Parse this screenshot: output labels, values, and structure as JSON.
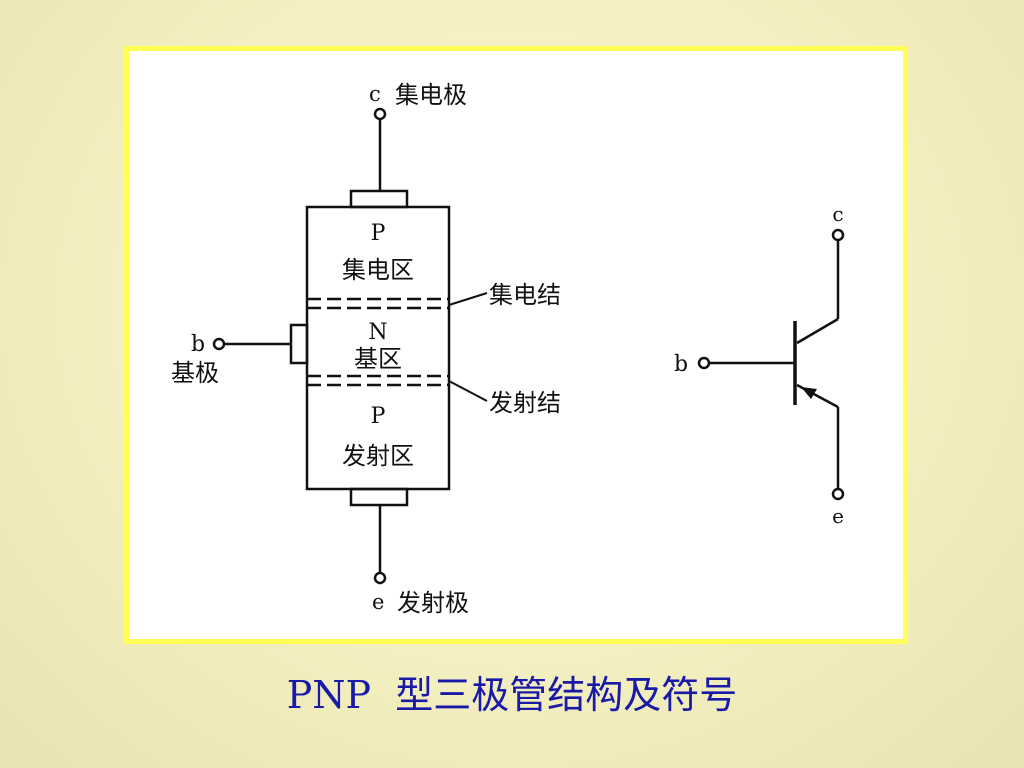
{
  "caption": {
    "prefix": "PNP",
    "rest": "型三极管结构及符号"
  },
  "structure": {
    "collector": {
      "letter": "c",
      "name": "集电极"
    },
    "emitter": {
      "letter": "e",
      "name": "发射极"
    },
    "base": {
      "letter": "b",
      "name": "基极"
    },
    "collector_region": {
      "type": "P",
      "name": "集电区"
    },
    "base_region": {
      "type": "N",
      "name": "基区"
    },
    "emitter_region": {
      "type": "P",
      "name": "发射区"
    },
    "collector_junction": "集电结",
    "emitter_junction": "发射结"
  },
  "symbol": {
    "collector": "c",
    "base": "b",
    "emitter": "e"
  }
}
